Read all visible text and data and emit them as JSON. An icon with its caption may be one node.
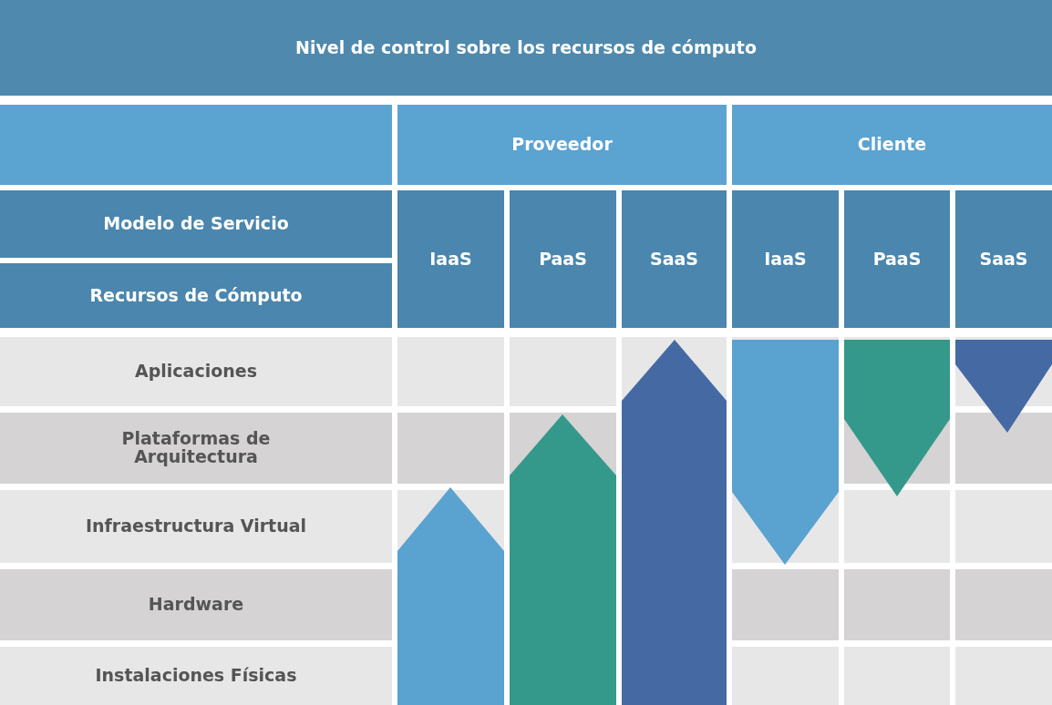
{
  "diagram": {
    "title": "Nivel de control sobre los recursos de cómputo",
    "labels": [
      "Proveedor",
      "Cliente",
      "Modelo de Servicio",
      "IaaS",
      "PaaS",
      "SaaS",
      "IaaS",
      "PaaS",
      "SaaS",
      "Recursos de Cómputo",
      "Aplicaciones",
      "Plataformas de Arquitectura",
      "Infraestructura Virtual",
      "Hardware",
      "Instalaciones Físicas"
    ]
  }
}
